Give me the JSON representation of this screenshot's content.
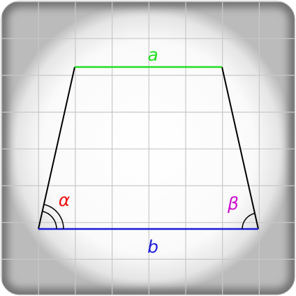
{
  "figure": {
    "top_label": "a",
    "bottom_label": "b",
    "left_angle_label": "α",
    "right_angle_label": "β"
  },
  "colors": {
    "top_side": "#22dd22",
    "bottom_side": "#1a1ad8",
    "left_angle": "#ee1111",
    "right_angle": "#cc11cc",
    "legs": "#000000",
    "grid": "#c8c8c8"
  }
}
